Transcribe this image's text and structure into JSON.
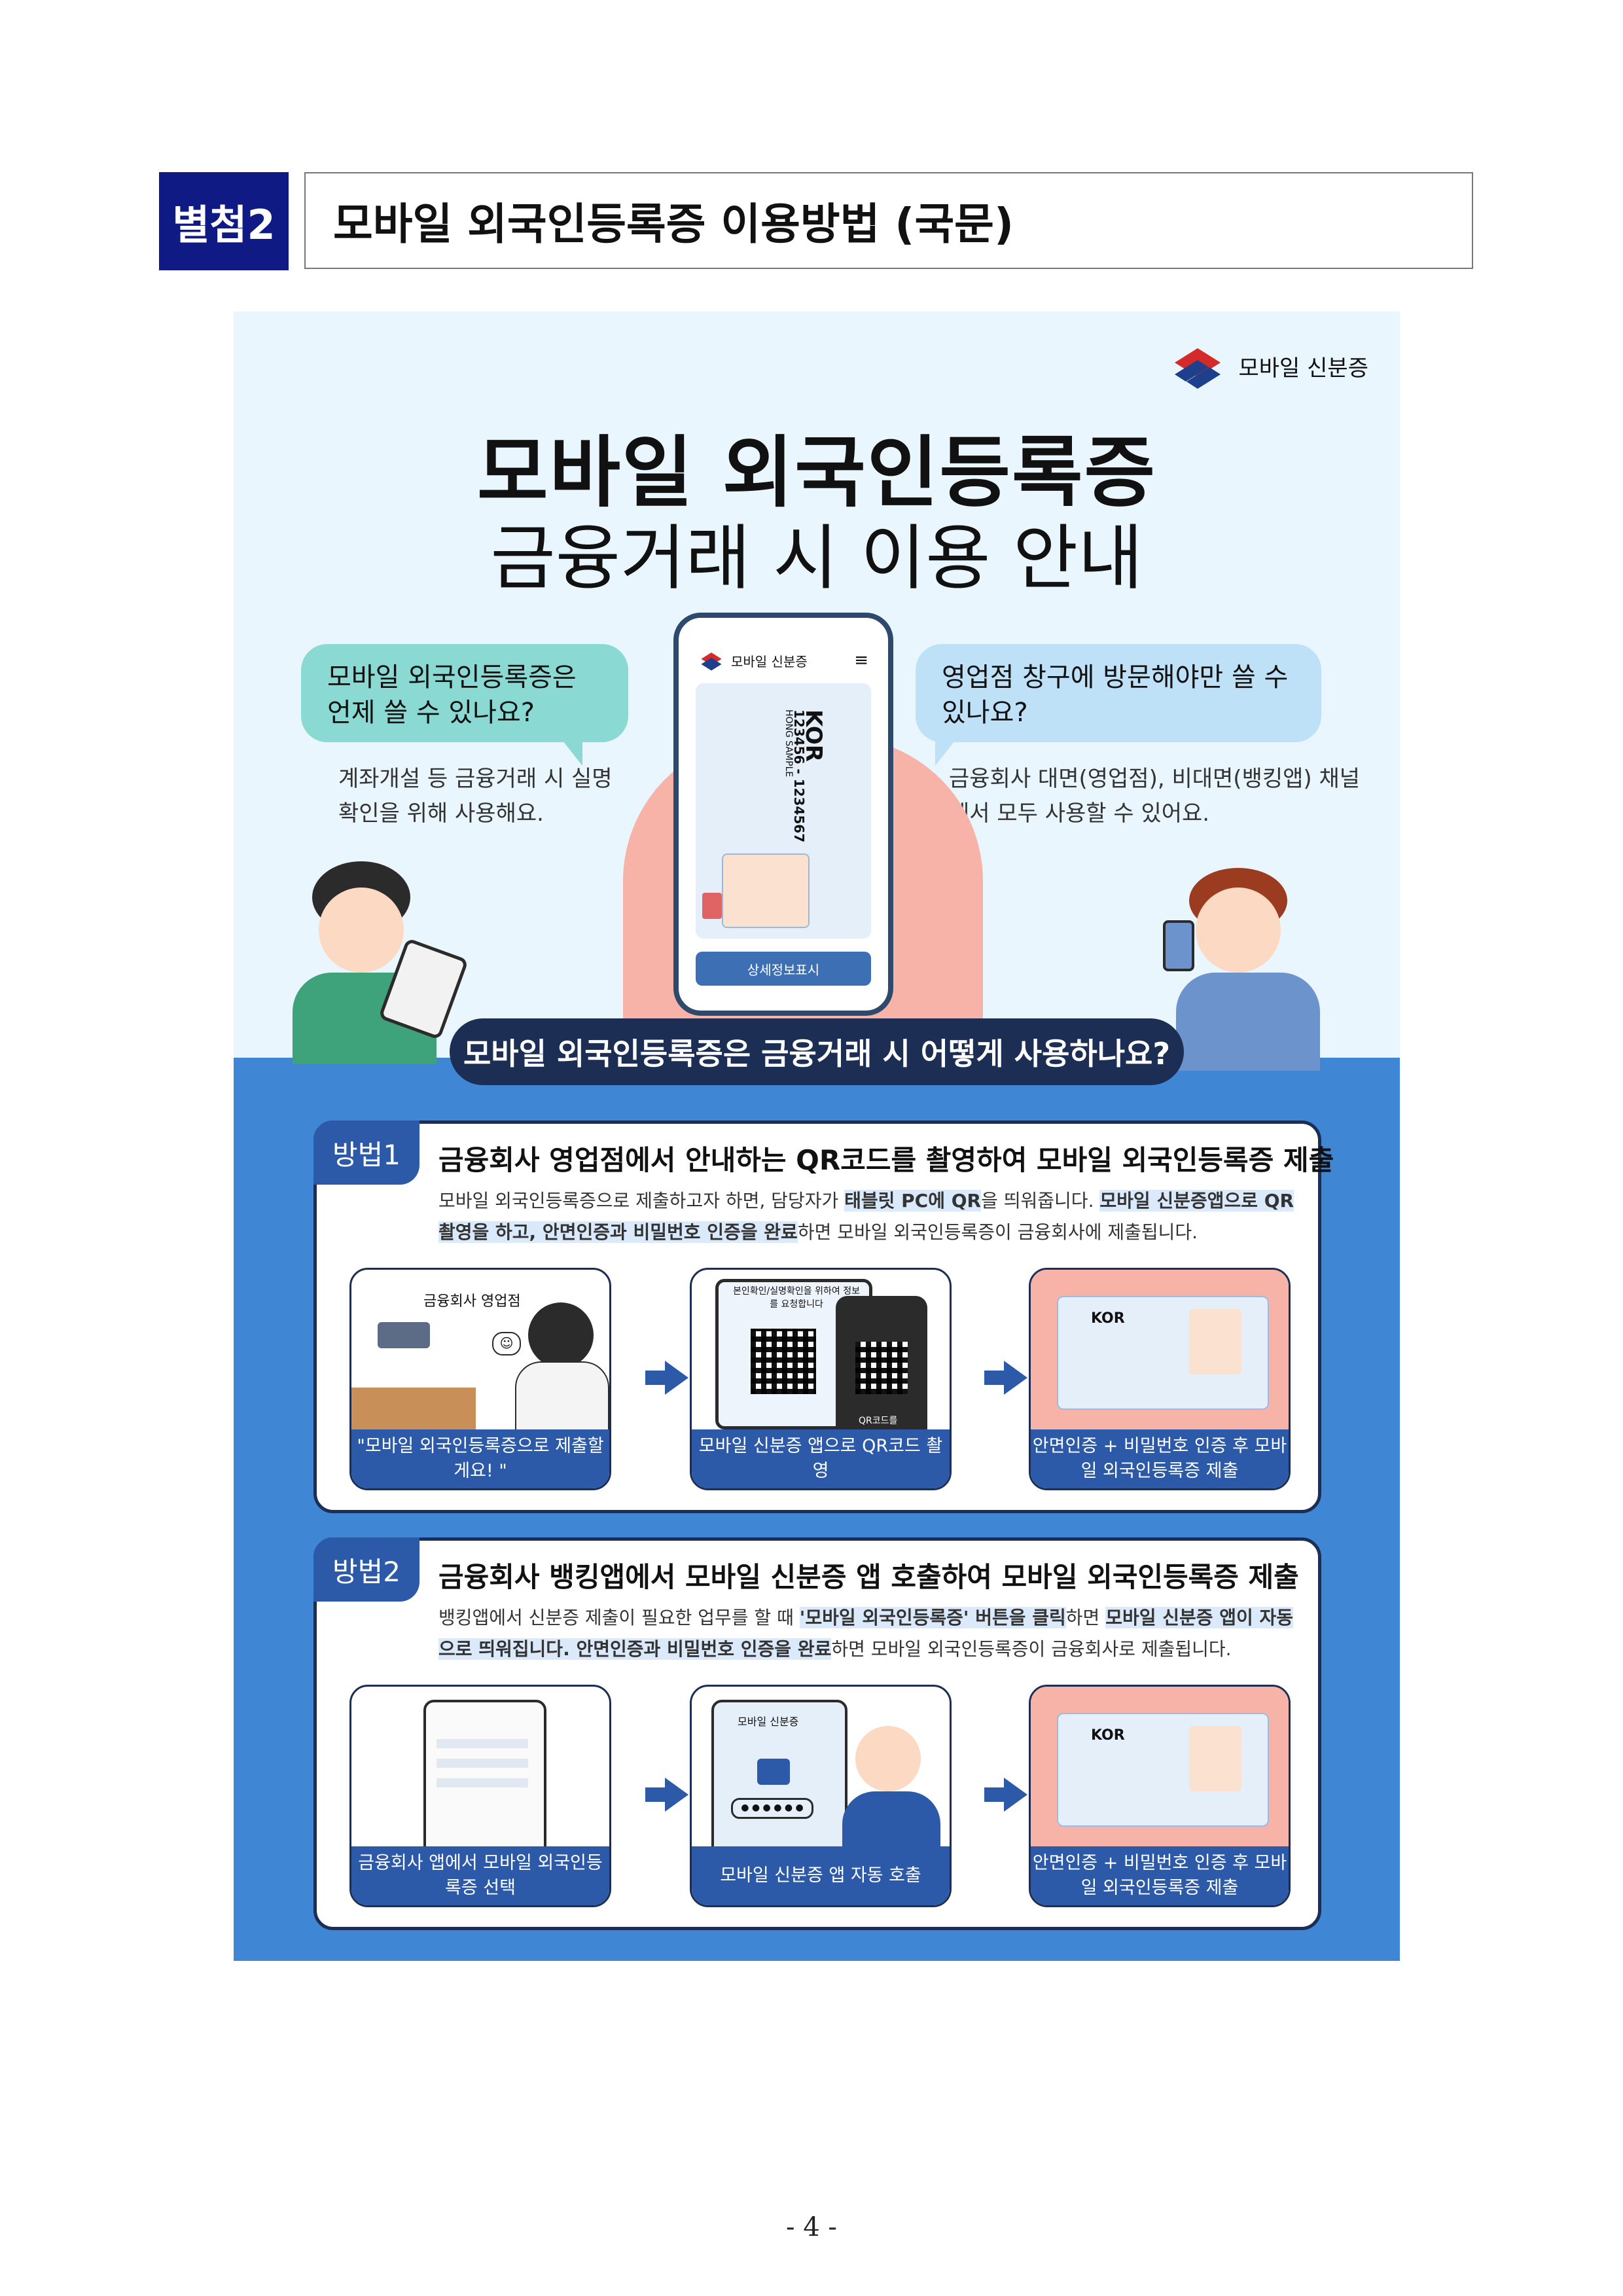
{
  "header": {
    "tag": "별첨2",
    "title": "모바일  외국인등록증  이용방법 (국문)"
  },
  "poster": {
    "brand": "모바일 신분증",
    "title_main": "모바일 외국인등록증",
    "title_sub": "금융거래 시 이용 안내",
    "bubble_left": "모바일 외국인등록증은 언제 쓸 수 있나요?",
    "note_left": "계좌개설 등 금융거래 시 실명 확인을 위해 사용해요.",
    "bubble_right": "영업점 창구에 방문해야만 쓸 수 있나요?",
    "note_right": "금융회사 대면(영업점), 비대면(뱅킹앱) 채널에서 모두 사용할 수 있어요.",
    "phone": {
      "brand": "모바일 신분증",
      "card_country": "KOR",
      "card_number": "123456 - 1234567",
      "card_name": "HONG SAMPLE",
      "detail_button": "상세정보표시"
    },
    "question": "모바일 외국인등록증은 금융거래 시 어떻게 사용하나요?"
  },
  "method1": {
    "tag": "방법1",
    "title": "금융회사 영업점에서  안내하는 QR코드를 촬영하여 모바일 외국인등록증 제출",
    "desc_plain1": "모바일 외국인등록증으로 제출하고자 하면, 담당자가 ",
    "desc_bold1": "태블릿 PC에 QR",
    "desc_plain2": "을 띄워줍니다. ",
    "desc_bold2": "모바일 신분증앱으로 QR촬영을 하고, 안면인증과 비밀번호 인증을 완료",
    "desc_plain3": "하면 모바일 외국인등록증이 금융회사에 제출됩니다.",
    "steps": [
      {
        "scene_label": "금융회사 영업점",
        "caption": "\"모바일 외국인등록증으로 제출할게요! \""
      },
      {
        "scene_label": "본인확인/실명확인을 위하여 정보를 요청합니다",
        "qr_label": "QR코드를",
        "caption": "모바일 신분증 앱으로 QR코드 촬영"
      },
      {
        "card_country": "KOR",
        "caption": "안면인증 + 비밀번호 인증 후 모바일 외국인등록증 제출"
      }
    ]
  },
  "method2": {
    "tag": "방법2",
    "title": "금융회사 뱅킹앱에서 모바일 신분증 앱 호출하여 모바일 외국인등록증 제출",
    "desc_plain1": "뱅킹앱에서 신분증 제출이 필요한 업무를 할 때 ",
    "desc_bold1": "'모바일 외국인등록증' 버튼을 클릭",
    "desc_plain2": "하면 ",
    "desc_bold2": "모바일 신분증 앱이 자동으로 띄워집니다. 안면인증과 비밀번호 인증을 완료",
    "desc_plain3": "하면 모바일 외국인등록증이 금융회사로 제출됩니다.",
    "steps": [
      {
        "caption": "금융회사 앱에서 모바일 외국인등록증 선택"
      },
      {
        "phone_brand": "모바일 신분증",
        "caption": "모바일 신분증 앱 자동 호출"
      },
      {
        "card_country": "KOR",
        "caption": "안면인증 + 비밀번호 인증 후 모바일 외국인등록증 제출"
      }
    ]
  },
  "footer": {
    "page_number": "- 4 -"
  },
  "colors": {
    "header_tag": "#101a84",
    "poster_top": "#e9f6fd",
    "poster_bottom": "#3f86d4",
    "accent": "#2c5aa8",
    "navy": "#1c2e54"
  }
}
